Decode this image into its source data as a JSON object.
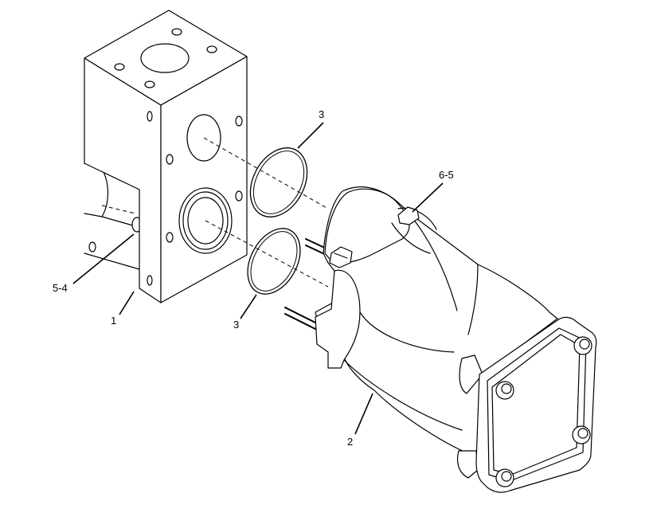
{
  "callouts": {
    "block": "1",
    "pump": "2",
    "seal_upper": "3",
    "seal_lower": "3",
    "item_5_4": "5-4",
    "item_6_5": "6-5"
  }
}
